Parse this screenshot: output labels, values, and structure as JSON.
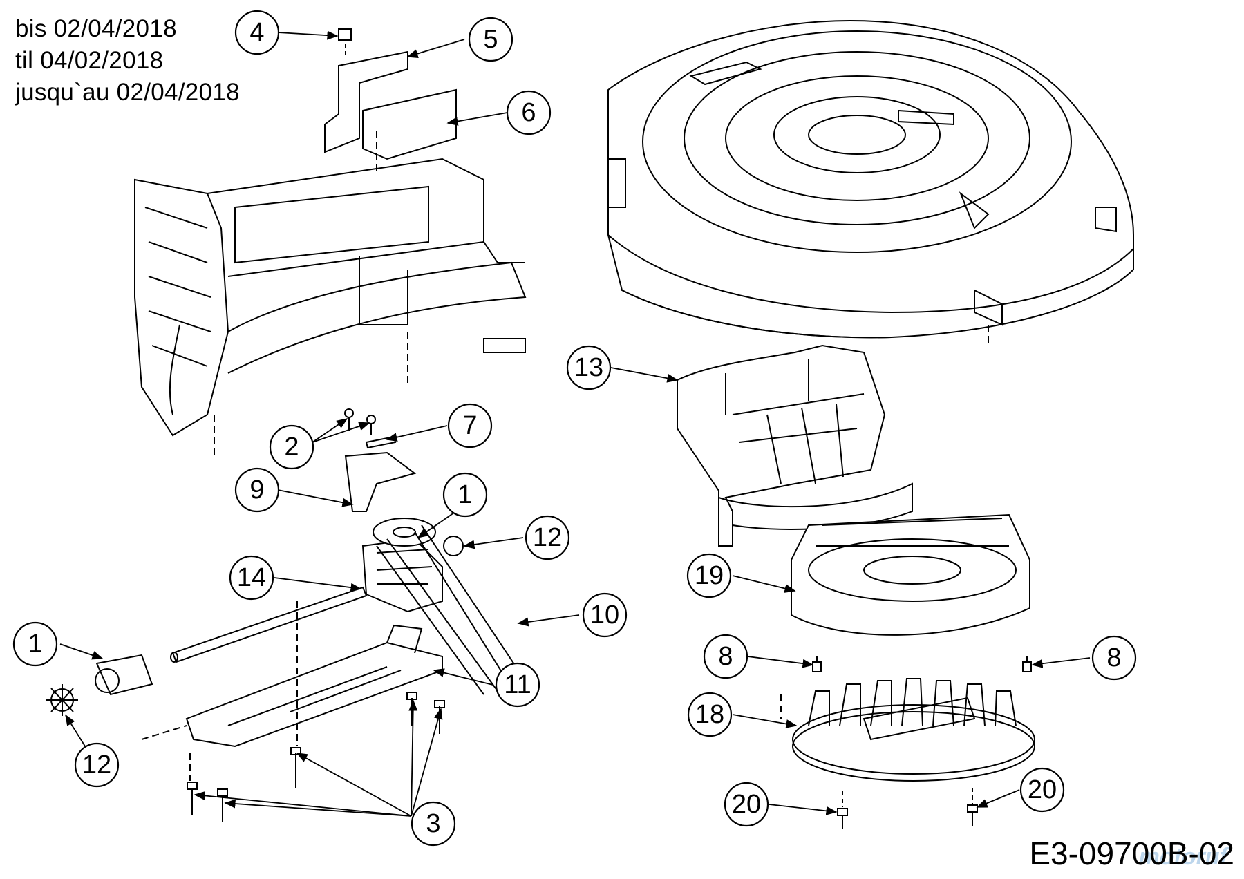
{
  "header": {
    "valid_until_de": "bis 02/04/2018",
    "valid_until_da": "til 04/02/2018",
    "valid_until_fr": "jusqu`au 02/04/2018"
  },
  "footer": {
    "drawing_code": "E3-09700B-02",
    "watermark": "motoruf"
  },
  "callouts": [
    "4",
    "5",
    "6",
    "2",
    "7",
    "9",
    "1",
    "12",
    "14",
    "10",
    "1",
    "11",
    "12",
    "3",
    "13",
    "19",
    "8",
    "8",
    "18",
    "20",
    "20"
  ]
}
